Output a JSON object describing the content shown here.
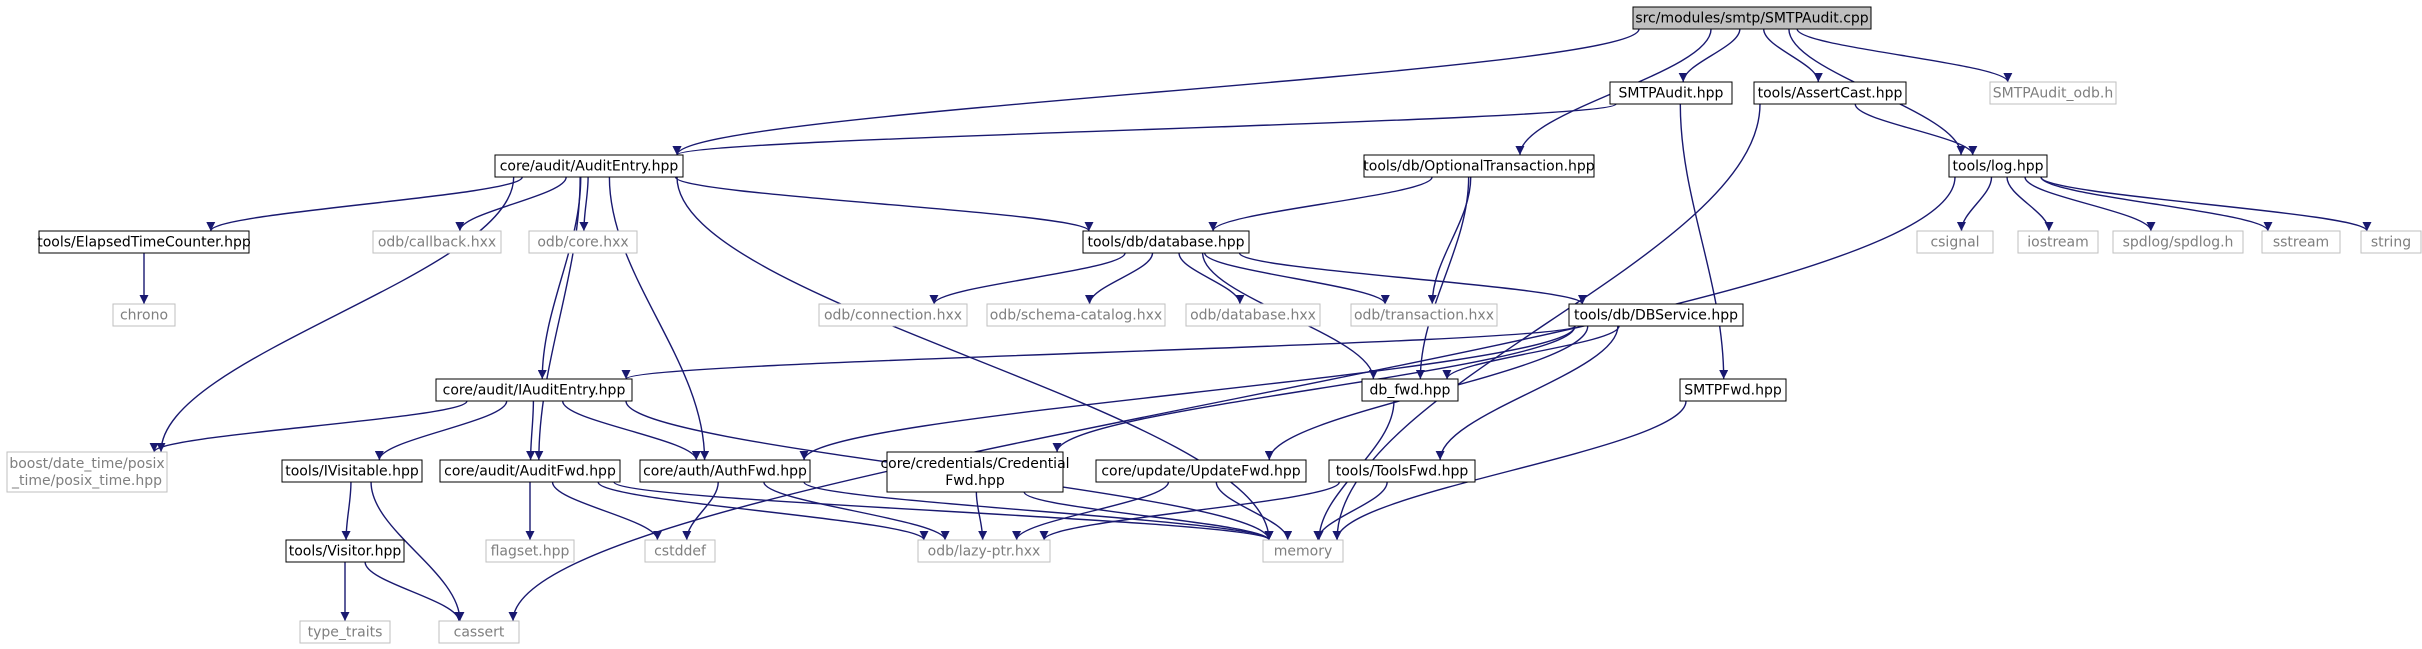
{
  "title_node": "src/modules/smtp/SMTPAudit.cpp",
  "colors": {
    "edge": "#191970",
    "root_fill": "#bfbfbf",
    "node_border": "#000000",
    "external_border": "#bfbfbf",
    "external_text": "#7f7f7f",
    "text": "#000000"
  },
  "nodes": [
    {
      "id": "root",
      "kind": "root",
      "lines": [
        "src/modules/smtp/SMTPAudit.cpp"
      ]
    },
    {
      "id": "smtpaudit_hpp",
      "kind": "std",
      "lines": [
        "SMTPAudit.hpp"
      ]
    },
    {
      "id": "assertcast",
      "kind": "std",
      "lines": [
        "tools/AssertCast.hpp"
      ]
    },
    {
      "id": "smtpaudit_odb",
      "kind": "ext",
      "lines": [
        "SMTPAudit_odb.h"
      ]
    },
    {
      "id": "auditentry",
      "kind": "std",
      "lines": [
        "core/audit/AuditEntry.hpp"
      ]
    },
    {
      "id": "optionaltransaction",
      "kind": "std",
      "lines": [
        "tools/db/OptionalTransaction.hpp"
      ]
    },
    {
      "id": "log",
      "kind": "std",
      "lines": [
        "tools/log.hpp"
      ]
    },
    {
      "id": "elapsed",
      "kind": "std",
      "lines": [
        "tools/ElapsedTimeCounter.hpp"
      ]
    },
    {
      "id": "callback",
      "kind": "ext",
      "lines": [
        "odb/callback.hxx"
      ]
    },
    {
      "id": "corehxx",
      "kind": "ext",
      "lines": [
        "odb/core.hxx"
      ]
    },
    {
      "id": "database_hpp",
      "kind": "std",
      "lines": [
        "tools/db/database.hpp"
      ]
    },
    {
      "id": "csignal",
      "kind": "ext",
      "lines": [
        "csignal"
      ]
    },
    {
      "id": "iostream",
      "kind": "ext",
      "lines": [
        "iostream"
      ]
    },
    {
      "id": "spdlog",
      "kind": "ext",
      "lines": [
        "spdlog/spdlog.h"
      ]
    },
    {
      "id": "sstream",
      "kind": "ext",
      "lines": [
        "sstream"
      ]
    },
    {
      "id": "string",
      "kind": "ext",
      "lines": [
        "string"
      ]
    },
    {
      "id": "chrono",
      "kind": "ext",
      "lines": [
        "chrono"
      ]
    },
    {
      "id": "connection",
      "kind": "ext",
      "lines": [
        "odb/connection.hxx"
      ]
    },
    {
      "id": "schemacatalog",
      "kind": "ext",
      "lines": [
        "odb/schema-catalog.hxx"
      ]
    },
    {
      "id": "databasehxx",
      "kind": "ext",
      "lines": [
        "odb/database.hxx"
      ]
    },
    {
      "id": "transaction",
      "kind": "ext",
      "lines": [
        "odb/transaction.hxx"
      ]
    },
    {
      "id": "dbservice",
      "kind": "std",
      "lines": [
        "tools/db/DBService.hpp"
      ]
    },
    {
      "id": "iauditentry",
      "kind": "std",
      "lines": [
        "core/audit/IAuditEntry.hpp"
      ]
    },
    {
      "id": "dbfwd",
      "kind": "std",
      "lines": [
        "db_fwd.hpp"
      ]
    },
    {
      "id": "smtpfwd",
      "kind": "std",
      "lines": [
        "SMTPFwd.hpp"
      ]
    },
    {
      "id": "posixtime",
      "kind": "ext",
      "lines": [
        "boost/date_time/posix",
        "_time/posix_time.hpp"
      ]
    },
    {
      "id": "ivisitable",
      "kind": "std",
      "lines": [
        "tools/IVisitable.hpp"
      ]
    },
    {
      "id": "auditfwd",
      "kind": "std",
      "lines": [
        "core/audit/AuditFwd.hpp"
      ]
    },
    {
      "id": "authfwd",
      "kind": "std",
      "lines": [
        "core/auth/AuthFwd.hpp"
      ]
    },
    {
      "id": "credentialfwd",
      "kind": "std",
      "lines": [
        "core/credentials/Credential",
        "Fwd.hpp"
      ]
    },
    {
      "id": "updatefwd",
      "kind": "std",
      "lines": [
        "core/update/UpdateFwd.hpp"
      ]
    },
    {
      "id": "toolsfwd",
      "kind": "std",
      "lines": [
        "tools/ToolsFwd.hpp"
      ]
    },
    {
      "id": "visitor",
      "kind": "std",
      "lines": [
        "tools/Visitor.hpp"
      ]
    },
    {
      "id": "flagset",
      "kind": "ext",
      "lines": [
        "flagset.hpp"
      ]
    },
    {
      "id": "cstddef",
      "kind": "ext",
      "lines": [
        "cstddef"
      ]
    },
    {
      "id": "lazyptr",
      "kind": "ext",
      "lines": [
        "odb/lazy-ptr.hxx"
      ]
    },
    {
      "id": "memory",
      "kind": "ext",
      "lines": [
        "memory"
      ]
    },
    {
      "id": "typetraits",
      "kind": "ext",
      "lines": [
        "type_traits"
      ]
    },
    {
      "id": "cassert",
      "kind": "ext",
      "lines": [
        "cassert"
      ]
    }
  ],
  "edges": [
    [
      "root",
      "smtpaudit_hpp"
    ],
    [
      "root",
      "assertcast"
    ],
    [
      "root",
      "smtpaudit_odb"
    ],
    [
      "root",
      "auditentry"
    ],
    [
      "root",
      "optionaltransaction"
    ],
    [
      "root",
      "log"
    ],
    [
      "smtpaudit_hpp",
      "auditentry"
    ],
    [
      "smtpaudit_hpp",
      "smtpfwd"
    ],
    [
      "assertcast",
      "log"
    ],
    [
      "assertcast",
      "memory"
    ],
    [
      "auditentry",
      "elapsed"
    ],
    [
      "auditentry",
      "callback"
    ],
    [
      "auditentry",
      "corehxx"
    ],
    [
      "auditentry",
      "database_hpp"
    ],
    [
      "auditentry",
      "posixtime"
    ],
    [
      "auditentry",
      "iauditentry"
    ],
    [
      "auditentry",
      "auditfwd"
    ],
    [
      "auditentry",
      "authfwd"
    ],
    [
      "auditentry",
      "memory"
    ],
    [
      "optionaltransaction",
      "database_hpp"
    ],
    [
      "optionaltransaction",
      "transaction"
    ],
    [
      "optionaltransaction",
      "dbfwd"
    ],
    [
      "log",
      "csignal"
    ],
    [
      "log",
      "iostream"
    ],
    [
      "log",
      "spdlog"
    ],
    [
      "log",
      "sstream"
    ],
    [
      "log",
      "string"
    ],
    [
      "log",
      "cassert"
    ],
    [
      "elapsed",
      "chrono"
    ],
    [
      "database_hpp",
      "connection"
    ],
    [
      "database_hpp",
      "schemacatalog"
    ],
    [
      "database_hpp",
      "databasehxx"
    ],
    [
      "database_hpp",
      "transaction"
    ],
    [
      "database_hpp",
      "dbservice"
    ],
    [
      "database_hpp",
      "dbfwd"
    ],
    [
      "dbservice",
      "iauditentry"
    ],
    [
      "dbservice",
      "dbfwd"
    ],
    [
      "dbservice",
      "authfwd"
    ],
    [
      "dbservice",
      "credentialfwd"
    ],
    [
      "dbservice",
      "updatefwd"
    ],
    [
      "dbservice",
      "toolsfwd"
    ],
    [
      "iauditentry",
      "posixtime"
    ],
    [
      "iauditentry",
      "ivisitable"
    ],
    [
      "iauditentry",
      "auditfwd"
    ],
    [
      "iauditentry",
      "authfwd"
    ],
    [
      "iauditentry",
      "memory"
    ],
    [
      "dbfwd",
      "memory"
    ],
    [
      "smtpfwd",
      "memory"
    ],
    [
      "ivisitable",
      "visitor"
    ],
    [
      "ivisitable",
      "cassert"
    ],
    [
      "auditfwd",
      "flagset"
    ],
    [
      "auditfwd",
      "cstddef"
    ],
    [
      "auditfwd",
      "lazyptr"
    ],
    [
      "auditfwd",
      "memory"
    ],
    [
      "authfwd",
      "cstddef"
    ],
    [
      "authfwd",
      "lazyptr"
    ],
    [
      "authfwd",
      "memory"
    ],
    [
      "credentialfwd",
      "lazyptr"
    ],
    [
      "credentialfwd",
      "memory"
    ],
    [
      "updatefwd",
      "lazyptr"
    ],
    [
      "updatefwd",
      "memory"
    ],
    [
      "toolsfwd",
      "lazyptr"
    ],
    [
      "toolsfwd",
      "memory"
    ],
    [
      "visitor",
      "typetraits"
    ],
    [
      "visitor",
      "cassert"
    ]
  ]
}
